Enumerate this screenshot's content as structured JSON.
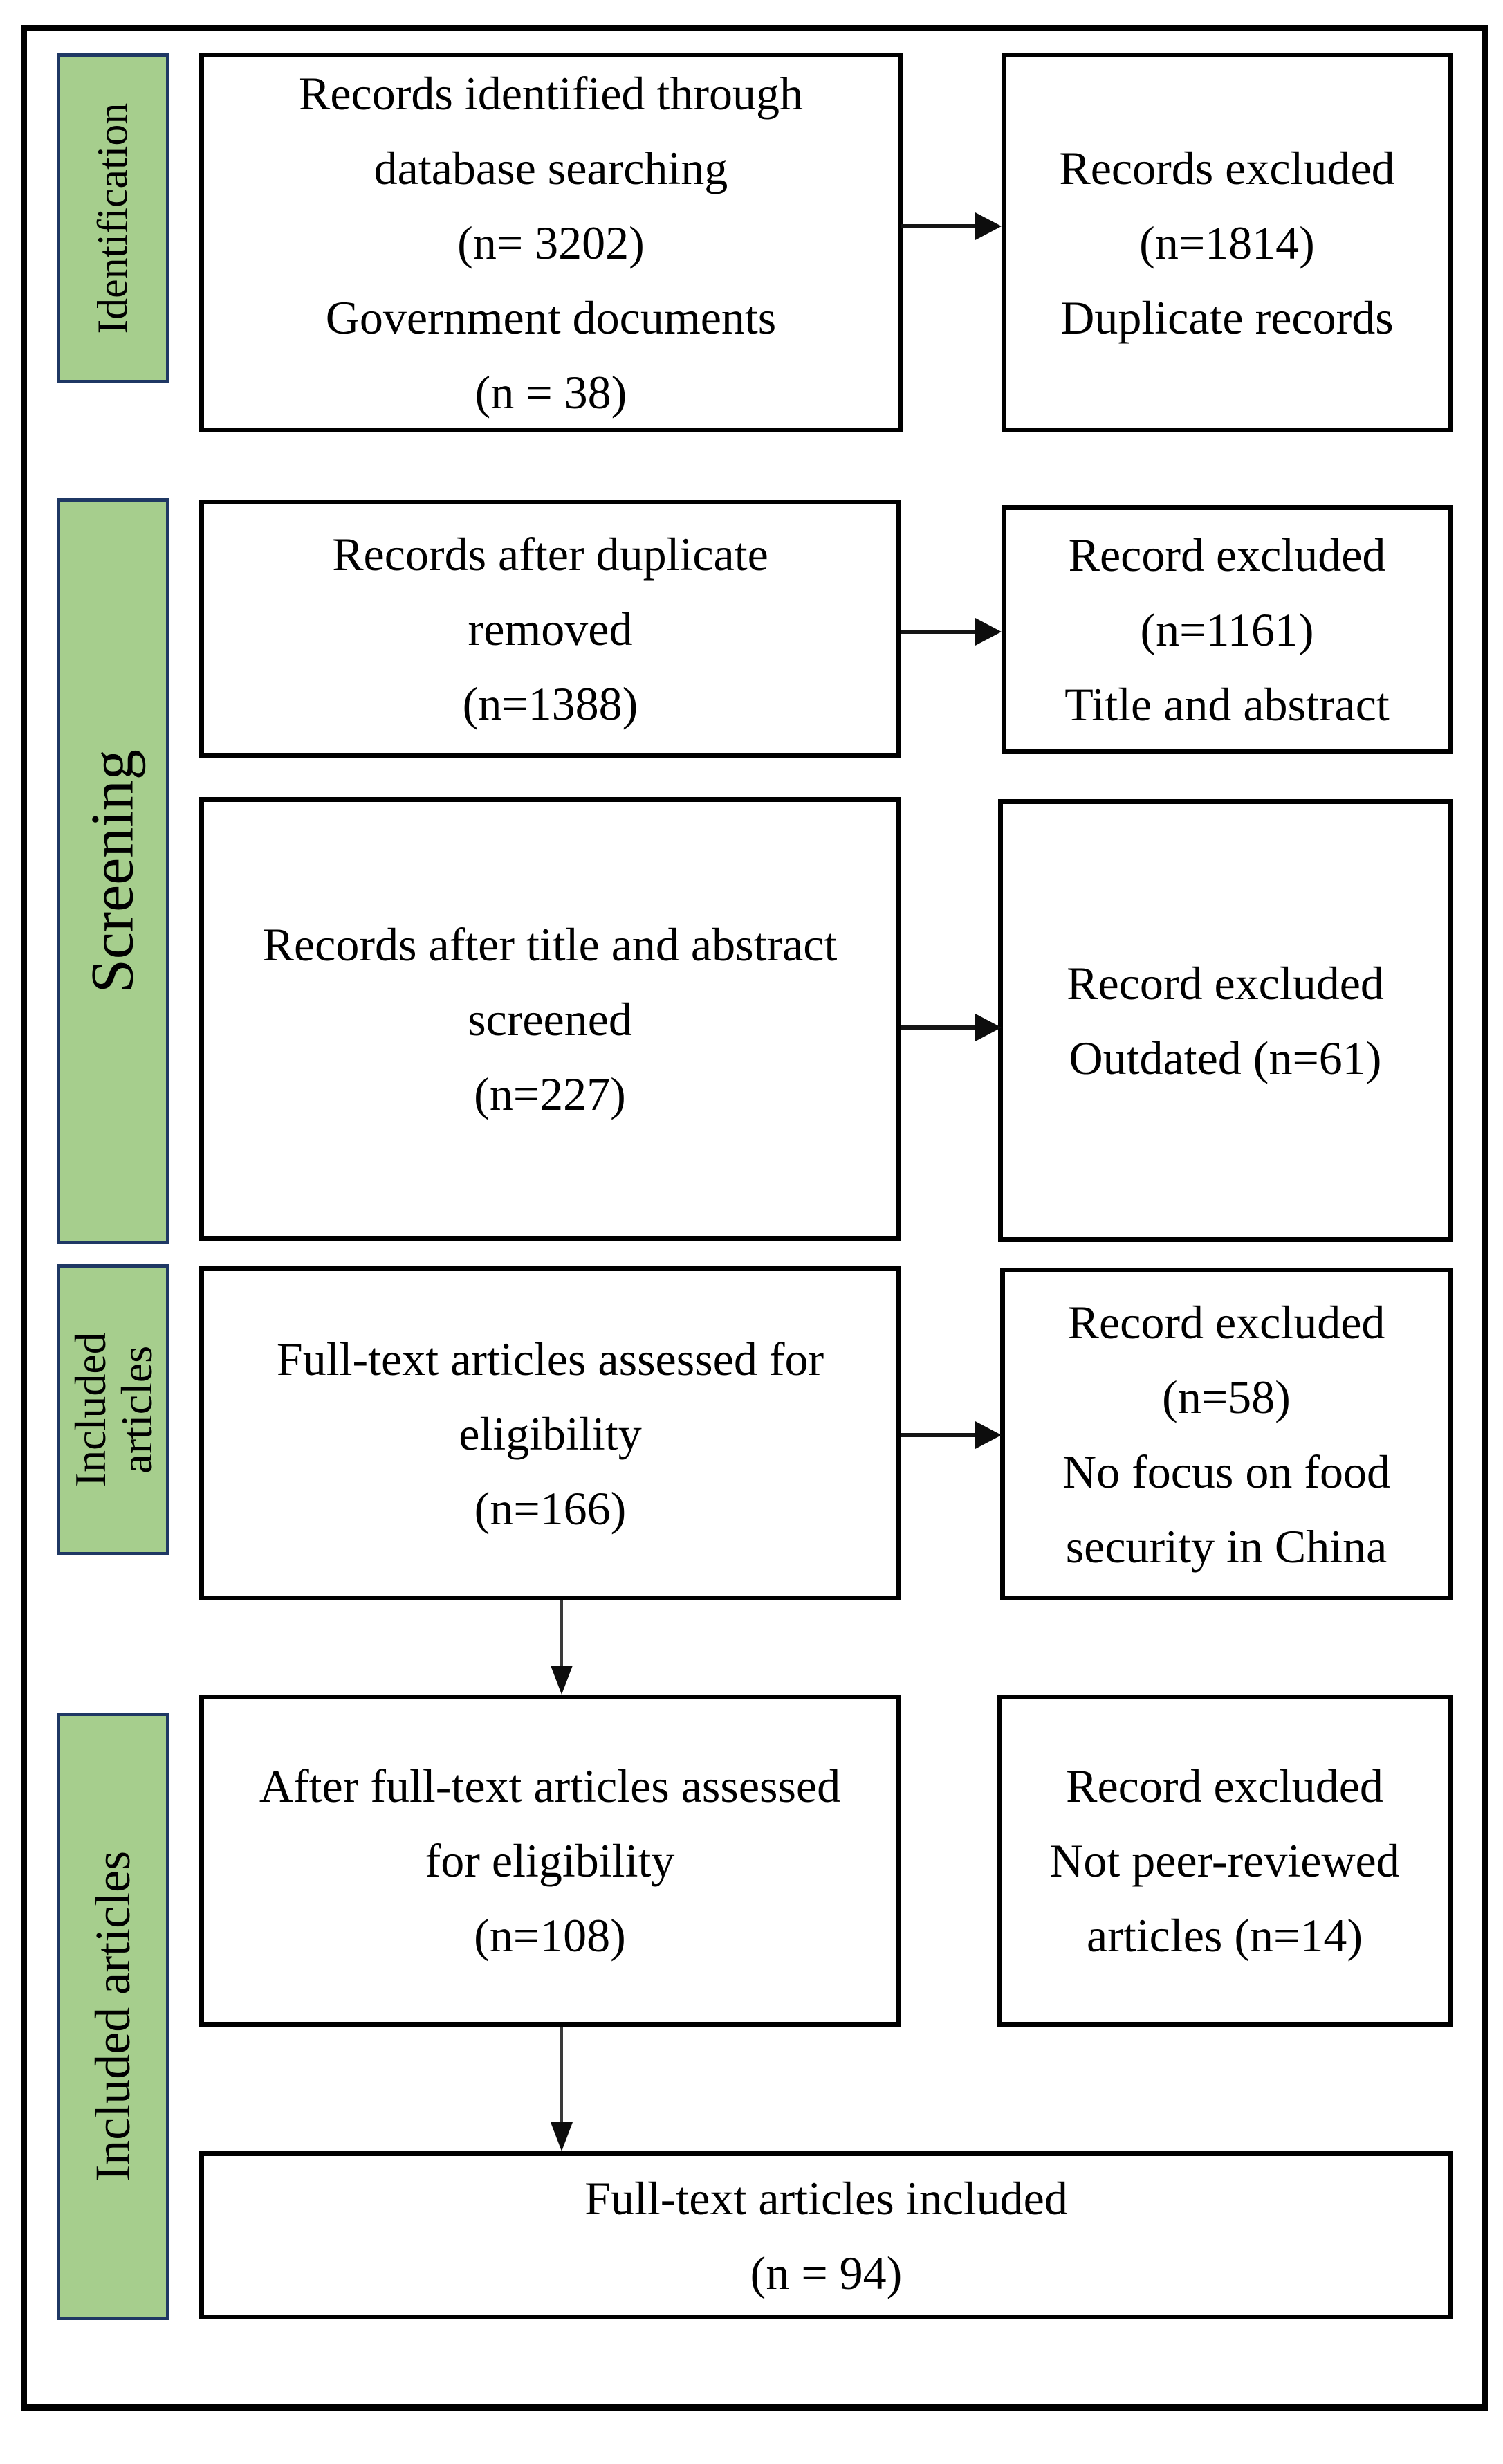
{
  "colors": {
    "stage_fill": "#A6CE8D",
    "stage_border": "#1F3864",
    "box_border": "#000000",
    "background": "#FFFFFF"
  },
  "flow": {
    "stages": [
      {
        "label": "Identification"
      },
      {
        "label": "Screening"
      },
      {
        "lines": [
          "Included",
          "articles"
        ]
      },
      {
        "label": "Included articles"
      }
    ],
    "main_boxes": [
      {
        "lines": [
          "Records identified through",
          "database searching",
          "(n= 3202)",
          "Government documents",
          "(n = 38)"
        ]
      },
      {
        "lines": [
          "Records after duplicate",
          "removed",
          "(n=1388)"
        ]
      },
      {
        "lines": [
          "Records after title and abstract",
          "screened",
          "(n=227)"
        ]
      },
      {
        "lines": [
          "Full-text articles assessed for",
          "eligibility",
          "(n=166)"
        ]
      },
      {
        "lines": [
          "After full-text articles assessed",
          "for eligibility",
          "(n=108)"
        ]
      },
      {
        "lines": [
          "Full-text articles included",
          "(n = 94)"
        ]
      }
    ],
    "exclusion_boxes": [
      {
        "lines": [
          "Records excluded",
          "(n=1814)",
          "Duplicate records"
        ]
      },
      {
        "lines": [
          "Record excluded",
          "(n=1161)",
          "Title and abstract"
        ]
      },
      {
        "lines": [
          "Record excluded",
          "Outdated (n=61)"
        ]
      },
      {
        "lines": [
          "Record excluded",
          "(n=58)",
          "No focus on food",
          "security in China"
        ]
      },
      {
        "lines": [
          "Record excluded",
          "Not peer-reviewed",
          "articles (n=14)"
        ]
      }
    ]
  }
}
